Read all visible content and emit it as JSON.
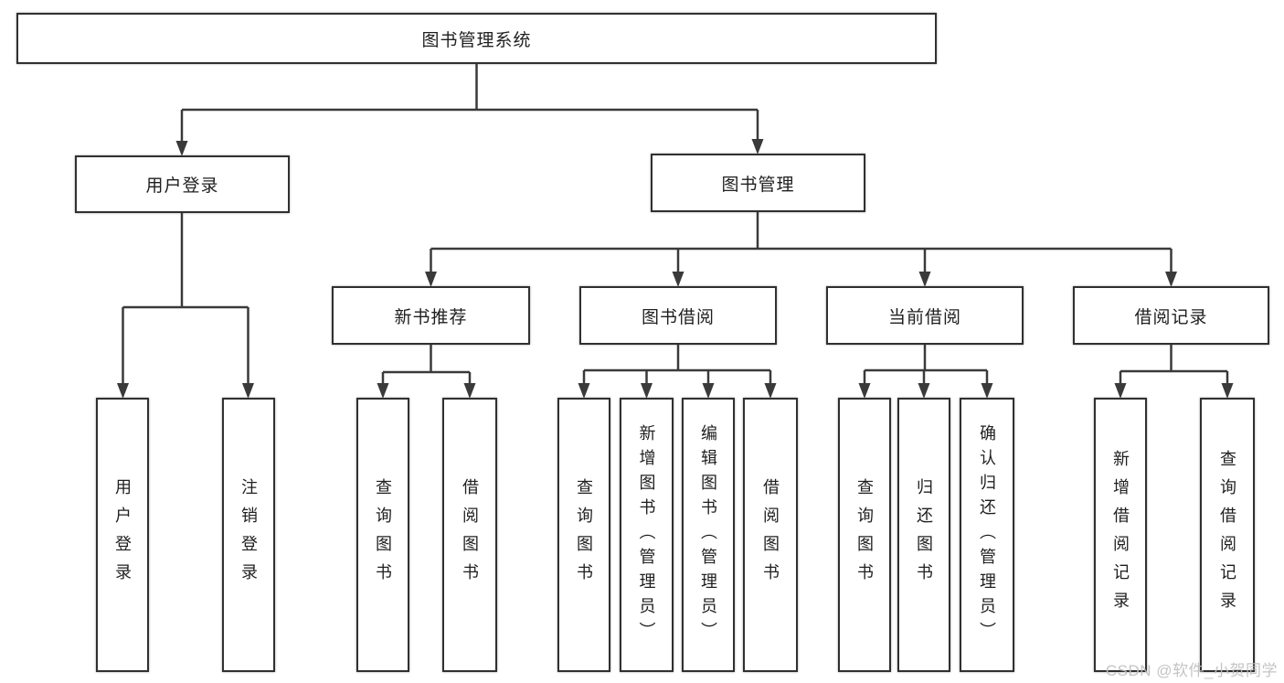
{
  "tree": {
    "root": {
      "label": "图书管理系统",
      "children": [
        {
          "label": "用户登录",
          "children": [
            {
              "label": "用户登录"
            },
            {
              "label": "注销登录"
            }
          ]
        },
        {
          "label": "图书管理",
          "children": [
            {
              "label": "新书推荐",
              "children": [
                {
                  "label": "查询图书"
                },
                {
                  "label": "借阅图书"
                }
              ]
            },
            {
              "label": "图书借阅",
              "children": [
                {
                  "label": "查询图书"
                },
                {
                  "label": "新增图书（管理员）"
                },
                {
                  "label": "编辑图书（管理员）"
                },
                {
                  "label": "借阅图书"
                }
              ]
            },
            {
              "label": "当前借阅",
              "children": [
                {
                  "label": "查询图书"
                },
                {
                  "label": "归还图书"
                },
                {
                  "label": "确认归还（管理员）"
                }
              ]
            },
            {
              "label": "借阅记录",
              "children": [
                {
                  "label": "新增借阅记录"
                },
                {
                  "label": "查询借阅记录"
                }
              ]
            }
          ]
        }
      ]
    }
  },
  "watermark": {
    "text": "CSDN @软件_小贺同学"
  },
  "colors": {
    "line": "#3a3a3a",
    "box_border": "#303030",
    "text": "#1f1f1f",
    "watermark": "#bfbfbf",
    "background": "#ffffff"
  }
}
